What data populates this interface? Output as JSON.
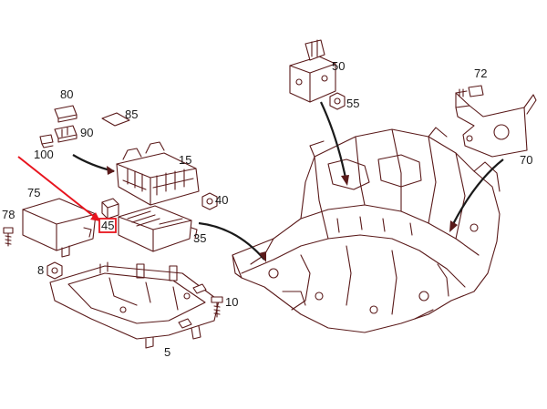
{
  "colors": {
    "line": "#5a1a1a",
    "highlight": "#e8141e",
    "background": "#ffffff"
  },
  "callouts": {
    "c80": "80",
    "c85": "85",
    "c90": "90",
    "c100": "100",
    "c15": "15",
    "c75": "75",
    "c78": "78",
    "c45": "45",
    "c40": "40",
    "c35": "35",
    "c8": "8",
    "c10": "10",
    "c5": "5",
    "c50": "50",
    "c55": "55",
    "c72": "72",
    "c70": "70"
  },
  "highlighted_part": "45"
}
